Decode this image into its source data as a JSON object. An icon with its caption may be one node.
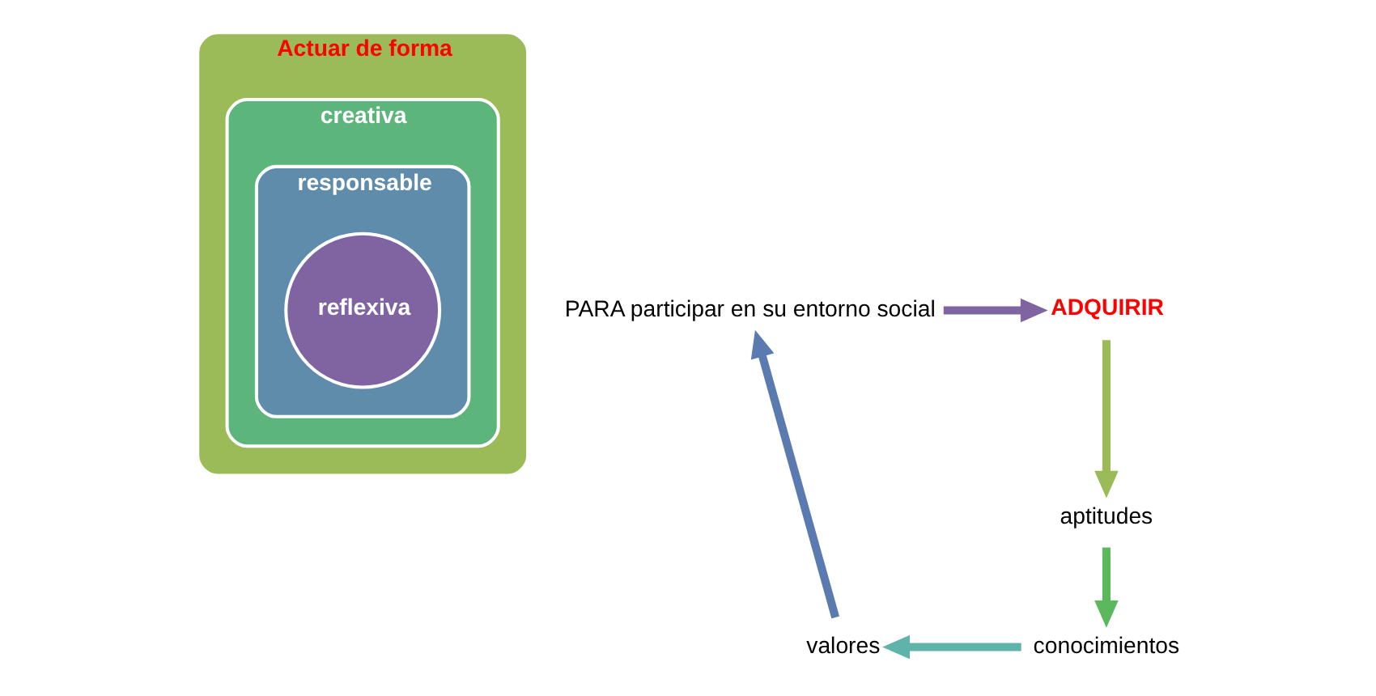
{
  "diagram": {
    "nodes": [
      {
        "text": [
          "Actuar de forma"
        ]
      },
      {
        "text": [
          "creativa"
        ],
        "in": 0
      },
      {
        "text": [
          "responsable"
        ],
        "in": 1
      },
      {
        "text": [
          "reflexiva"
        ],
        "in": 2
      },
      {
        "text": [
          "PARA participar en su entorno social"
        ]
      },
      {
        "text": [
          "ADQUIRIR"
        ]
      },
      {
        "text": [
          "aptitudes"
        ]
      },
      {
        "text": [
          "conocimientos"
        ]
      },
      {
        "text": [
          "valores"
        ]
      }
    ],
    "edges": [
      {
        "from": 4,
        "to": 5,
        "arrow": "to",
        "color": "#8064a2"
      },
      {
        "from": 5,
        "to": 6,
        "arrow": "to",
        "color": "#9bbb59"
      },
      {
        "from": 6,
        "to": 7,
        "arrow": "to",
        "color": "#5cb85c"
      },
      {
        "from": 7,
        "to": 8,
        "arrow": "to",
        "color": "#5fb3a8"
      },
      {
        "from": 8,
        "to": 4,
        "arrow": "to",
        "color": "#5b7bb0"
      }
    ]
  }
}
